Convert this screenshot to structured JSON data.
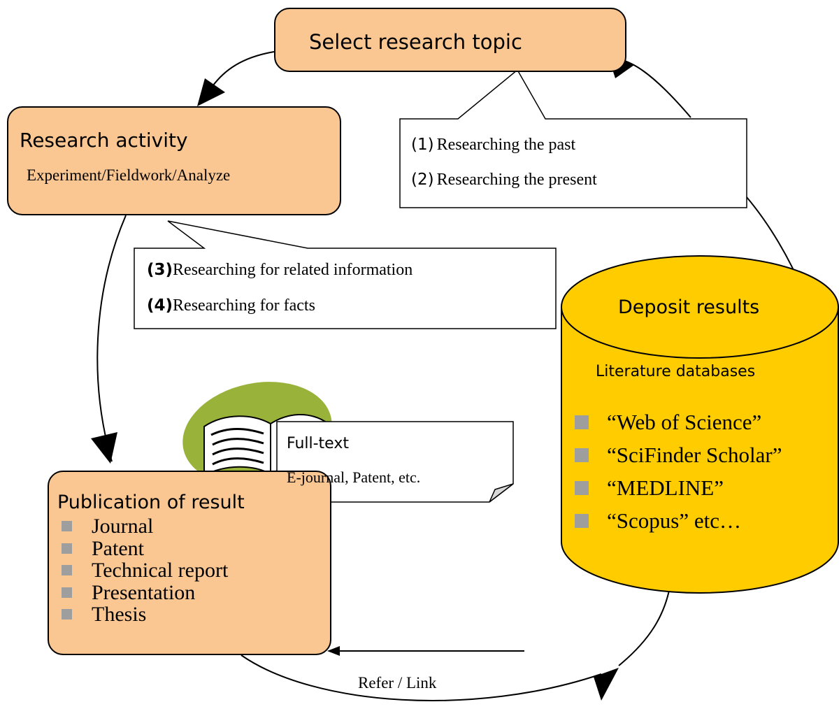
{
  "topic": {
    "label": "Select research topic"
  },
  "activity": {
    "title": "Research activity",
    "subtitle": "Experiment/Fieldwork/Analyze"
  },
  "callout_past": {
    "items": [
      {
        "num": "(1)",
        "text": "Researching the past"
      },
      {
        "num": "(2)",
        "text": "Researching the present"
      }
    ]
  },
  "callout_related": {
    "items": [
      {
        "num": "(3)",
        "text": "Researching for related information"
      },
      {
        "num": "(4)",
        "text": "Researching for facts"
      }
    ]
  },
  "deposit": {
    "title": "Deposit results",
    "subtitle": "Literature databases",
    "items": [
      "“Web of Science”",
      "“SciFinder Scholar”",
      "“MEDLINE”",
      "“Scopus” etc…"
    ]
  },
  "fulltext": {
    "title": "Full-text",
    "subtitle": "E-journal, Patent, etc."
  },
  "publication": {
    "title": "Publication of result",
    "items": [
      "Journal",
      "Patent",
      "Technical report",
      "Presentation",
      "Thesis"
    ]
  },
  "refer": {
    "label": "Refer / Link"
  },
  "colors": {
    "box_fill": "#fac793",
    "cylinder_fill": "#ffcc00",
    "blob_fill": "#99b23a",
    "bullet": "#9e9e9e"
  },
  "icons": {
    "journal": "open-book-icon"
  }
}
